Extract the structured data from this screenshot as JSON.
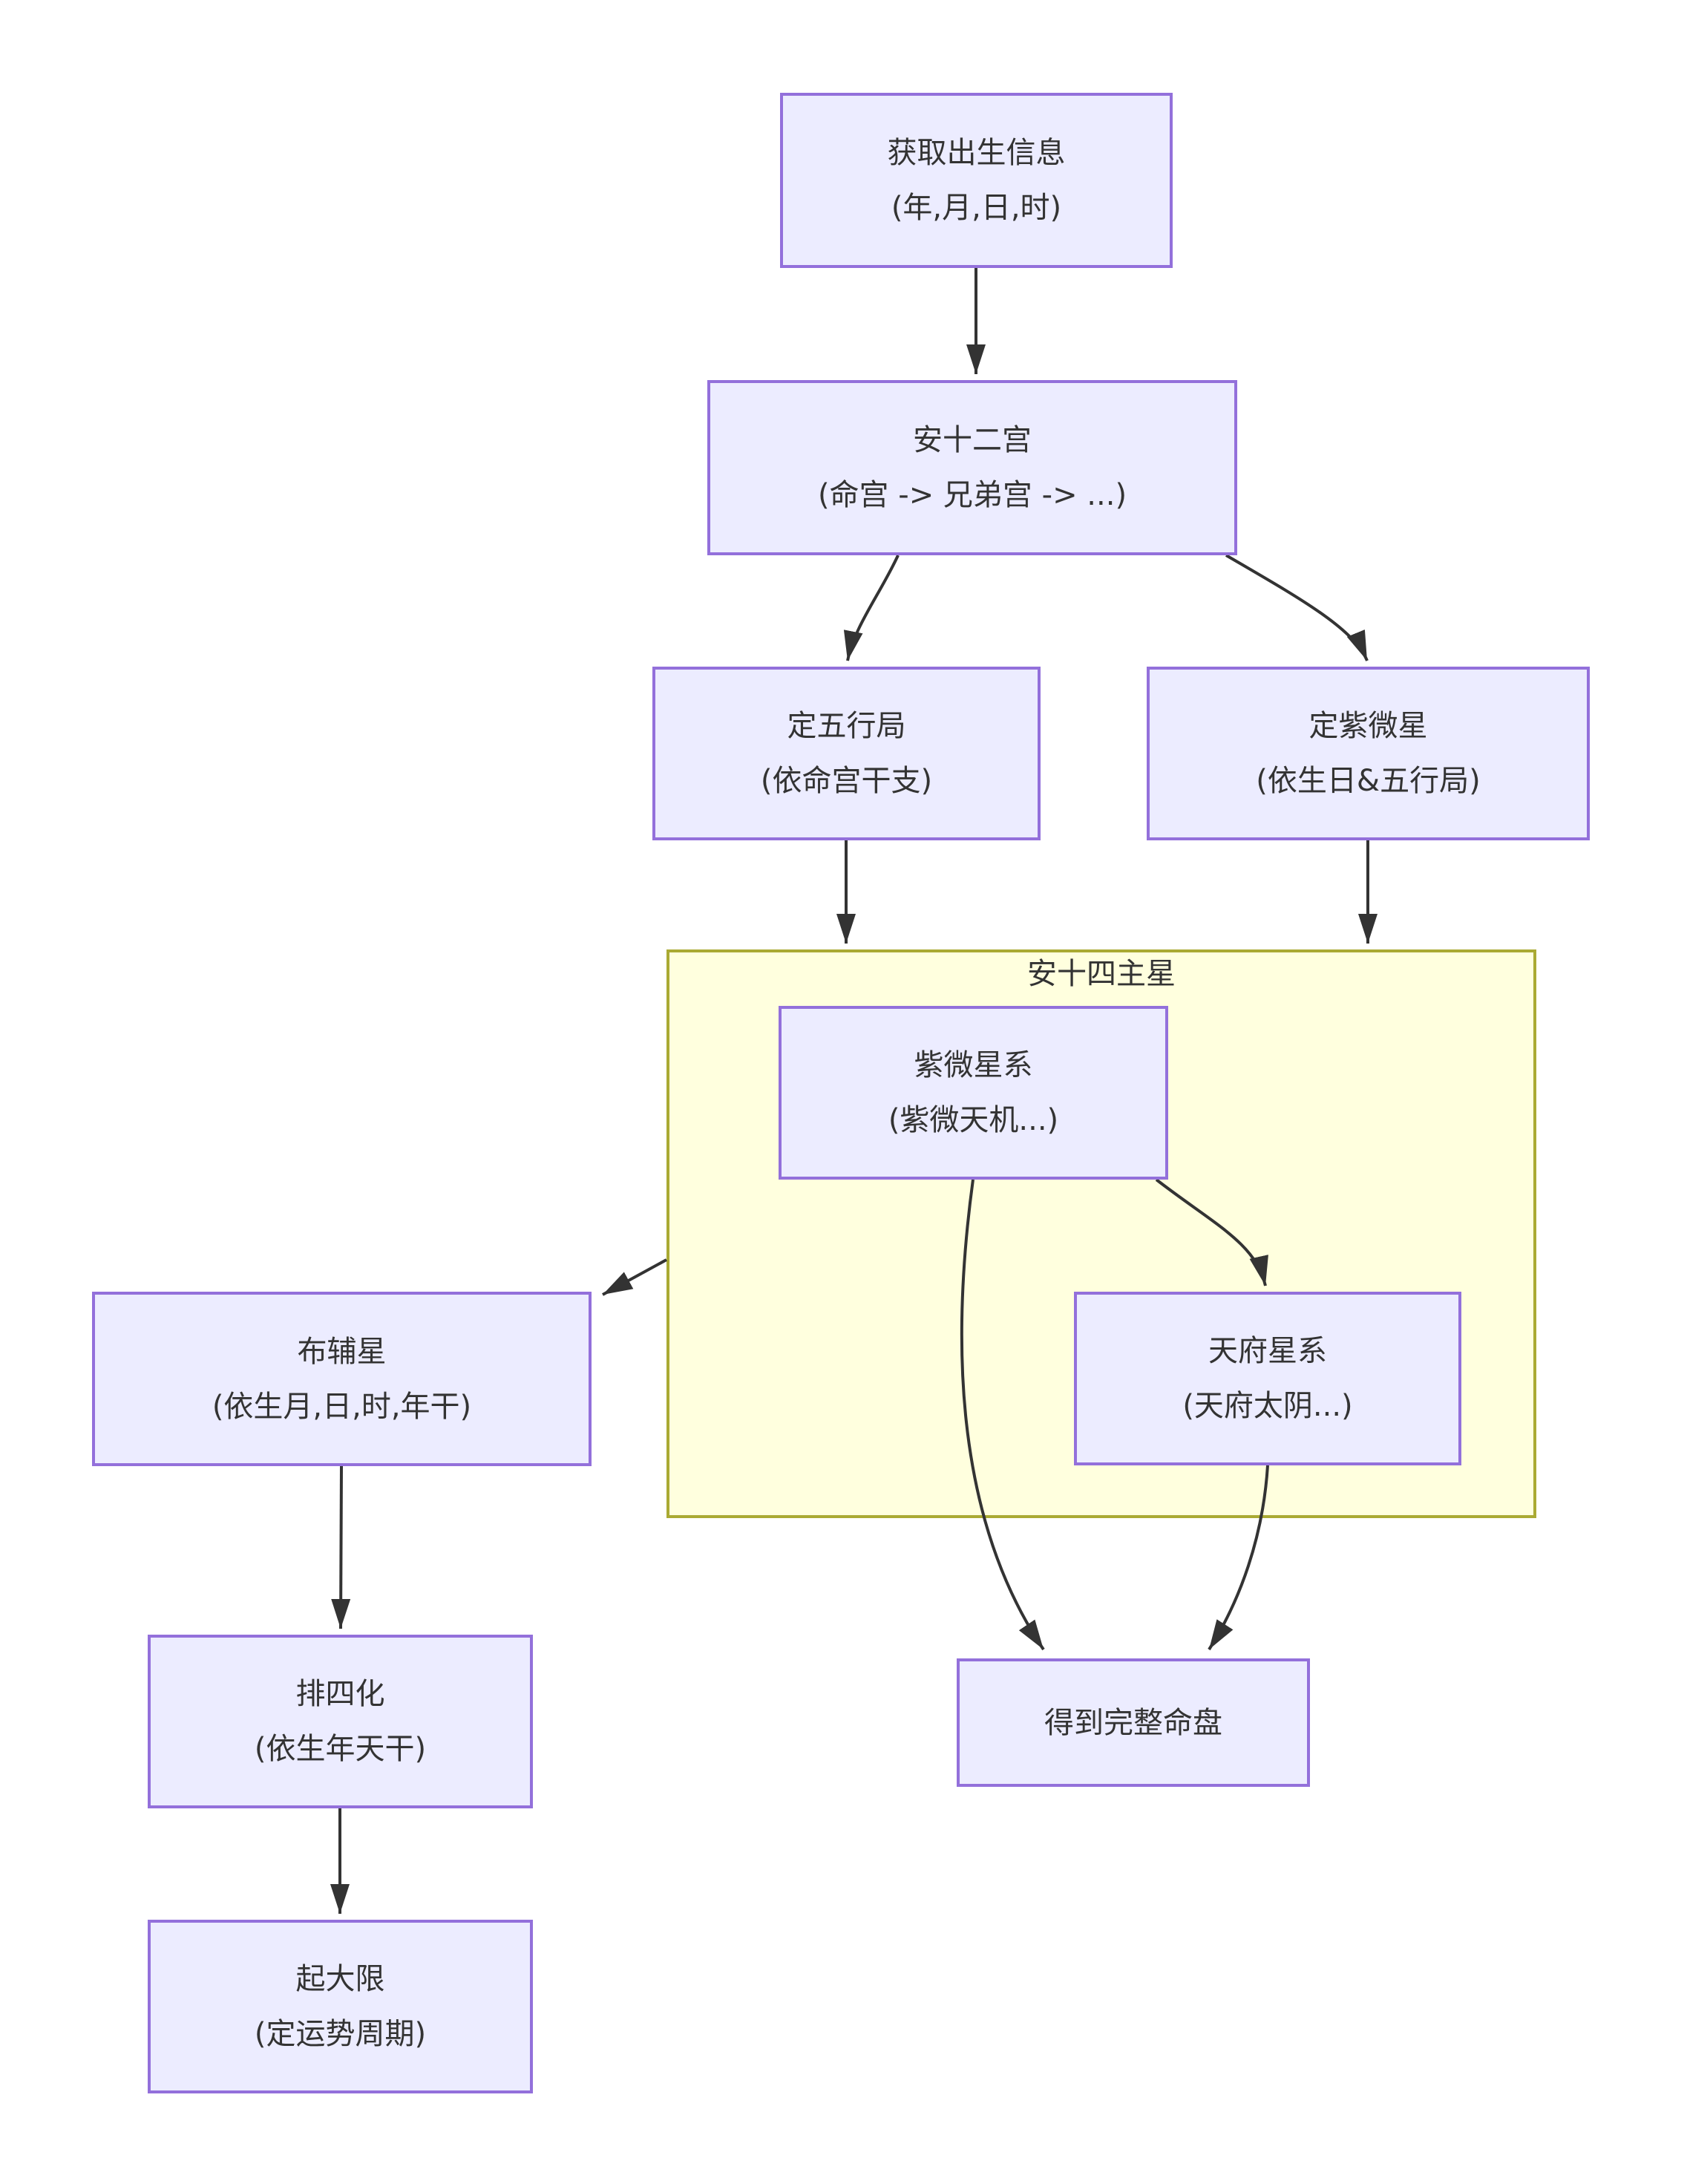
{
  "nodes": {
    "birth": {
      "line1": "获取出生信息",
      "line2": "(年,月,日,时)"
    },
    "twelve_palaces": {
      "line1": "安十二宫",
      "line2": "(命宫 -> 兄弟宫 -> ...)"
    },
    "five_elements": {
      "line1": "定五行局",
      "line2": "(依命宫干支)"
    },
    "ziwei_star": {
      "line1": "定紫微星",
      "line2": "(依生日&五行局)"
    },
    "ziwei_series": {
      "line1": "紫微星系",
      "line2": "(紫微天机...)"
    },
    "tianfu_series": {
      "line1": "天府星系",
      "line2": "(天府太阴...)"
    },
    "assist_stars": {
      "line1": "布辅星",
      "line2": "(依生月,日,时,年干)"
    },
    "four_transforms": {
      "line1": "排四化",
      "line2": "(依生年天干)"
    },
    "major_periods": {
      "line1": "起大限",
      "line2": "(定运势周期)"
    },
    "complete_chart": {
      "line1": "得到完整命盘"
    }
  },
  "subgraph": {
    "label": "安十四主星"
  },
  "colors": {
    "node_fill": "#ECECFF",
    "node_border": "#9370DB",
    "cluster_fill": "#FFFFDE",
    "cluster_border": "#AAAA33",
    "edge": "#333333",
    "text": "#333333"
  }
}
